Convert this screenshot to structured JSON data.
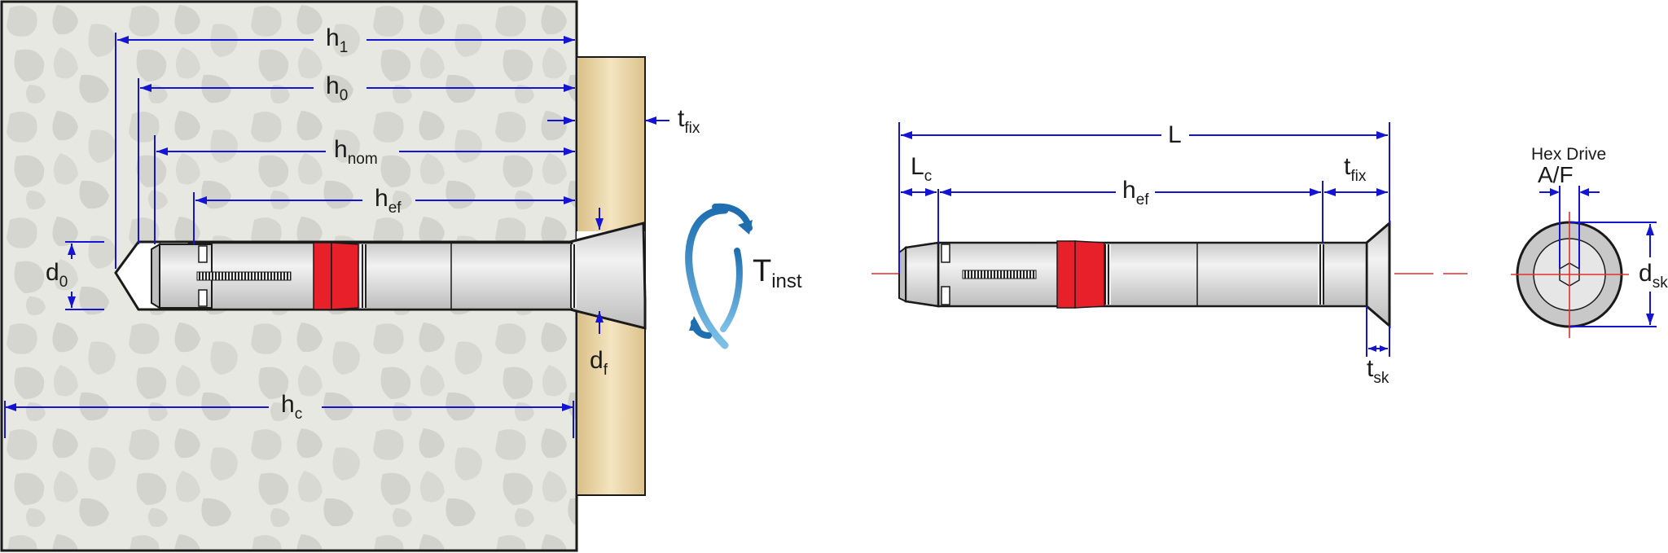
{
  "labels": {
    "h1": {
      "main": "h",
      "sub": "1"
    },
    "h0": {
      "main": "h",
      "sub": "0"
    },
    "hnom": {
      "main": "h",
      "sub": "nom"
    },
    "hef_left": {
      "main": "h",
      "sub": "ef"
    },
    "tfix_left": {
      "main": "t",
      "sub": "fix"
    },
    "d0": {
      "main": "d",
      "sub": "0"
    },
    "df": {
      "main": "d",
      "sub": "f"
    },
    "hc": {
      "main": "h",
      "sub": "c"
    },
    "tinst": {
      "main": "T",
      "sub": "inst"
    },
    "L": {
      "main": "L"
    },
    "Lc": {
      "main": "L",
      "sub": "c"
    },
    "hef_right": {
      "main": "h",
      "sub": "ef"
    },
    "tfix_right": {
      "main": "t",
      "sub": "fix"
    },
    "tsk": {
      "main": "t",
      "sub": "sk"
    },
    "hex_drive": "Hex Drive",
    "af": "A/F",
    "dsk": {
      "main": "d",
      "sub": "sk"
    }
  },
  "colors": {
    "dimension": "#1414d2",
    "concrete": "#e7e7e2",
    "aggregate": "#d4d4cf",
    "fixture": "#e8d3a3",
    "anchor_body": "#e4e4e4",
    "sleeve_red": "#e8202a",
    "torque_arrow": "#2a7fb8",
    "centerline": "#e03030"
  }
}
